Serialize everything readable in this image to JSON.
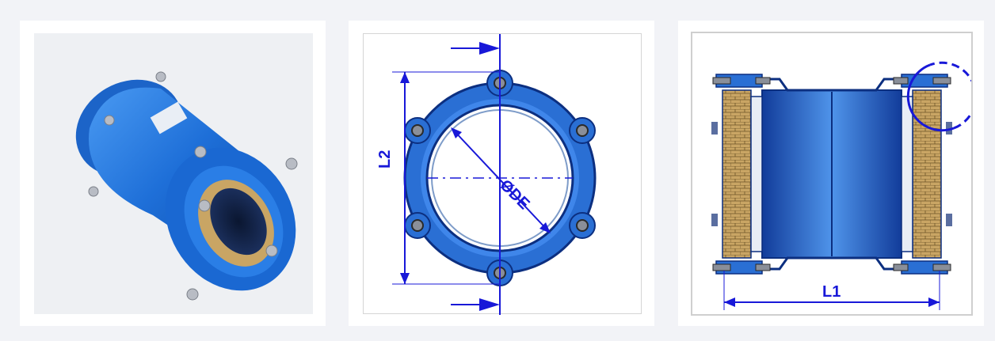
{
  "panels": {
    "photo": {
      "subject": "product-photo"
    },
    "front_view": {
      "label_height": "L2",
      "label_diameter": "ØDE"
    },
    "section_view": {
      "label_length": "L1"
    }
  },
  "colors": {
    "background": "#f2f3f7",
    "panel": "#ffffff",
    "product_blue": "#1f6fd6",
    "dimension_blue": "#1818d8",
    "gasket_gold": "#c9a564"
  }
}
